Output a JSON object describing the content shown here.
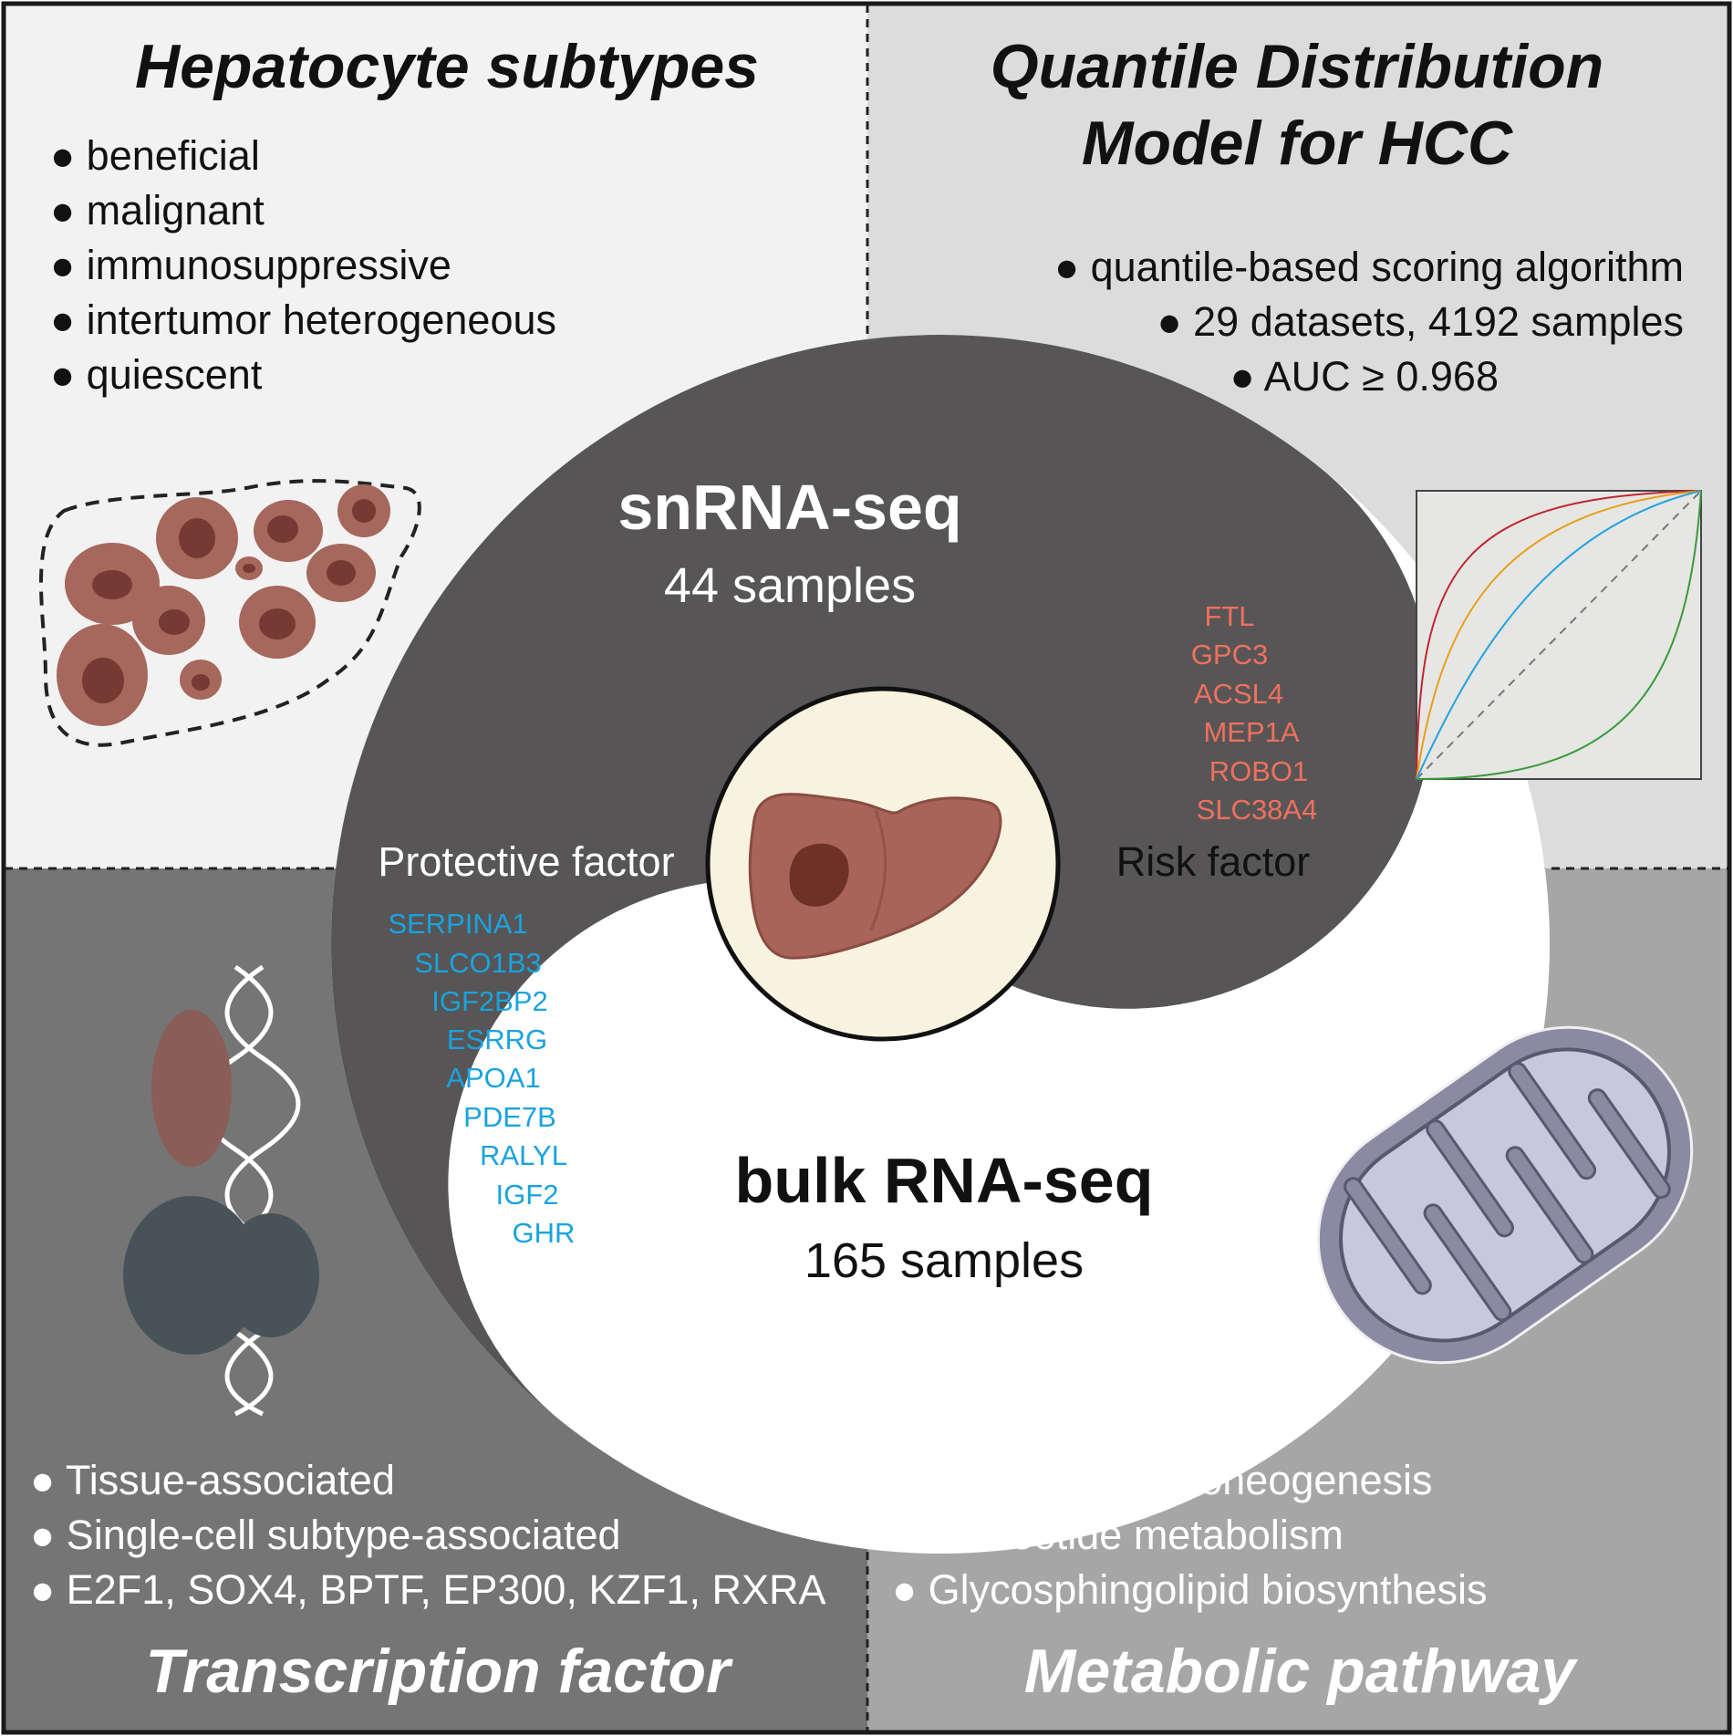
{
  "quadrants": {
    "top_left": {
      "title": "Hepatocyte subtypes",
      "bullets": [
        "● beneficial",
        "● malignant",
        "● immunosuppressive",
        "● intertumor heterogeneous",
        "● quiescent"
      ],
      "bg": "#f2f2f2"
    },
    "top_right": {
      "title_line1": "Quantile Distribution",
      "title_line2": "Model for HCC",
      "bullets": [
        "● quantile-based scoring algorithm",
        "● 29 datasets, 4192 samples",
        "● AUC ≥ 0.968"
      ],
      "bg": "#dcdcdc"
    },
    "bottom_left": {
      "title": "Transcription factor",
      "bullets": [
        "● Tissue-associated",
        "● Single-cell subtype-associated",
        "● E2F1, SOX4, BPTF, EP300, KZF1, RXRA"
      ],
      "bg": "#757575"
    },
    "bottom_right": {
      "title": "Metabolic pathway",
      "bullets": [
        "● Glycolysis/gluconeogenesis",
        "● Nucleotide metabolism",
        "● Glycosphingolipid biosynthesis"
      ],
      "bg": "#a6a6a6"
    }
  },
  "center": {
    "snrna": {
      "title": "snRNA-seq",
      "samples": "44 samples"
    },
    "bulk": {
      "title": "bulk RNA-seq",
      "samples": "165 samples"
    },
    "protective_label": "Protective factor",
    "risk_label": "Risk factor",
    "protective_genes": [
      "SERPINA1",
      "SLCO1B3",
      "IGF2BP2",
      "ESRRG",
      "APOA1",
      "PDE7B",
      "RALYL",
      "IGF2",
      "GHR"
    ],
    "risk_genes": [
      "FTL",
      "GPC3",
      "ACSL4",
      "MEP1A",
      "ROBO1",
      "SLC38A4"
    ],
    "dark_color": "#575556",
    "protective_color": "#1aa3dd",
    "risk_color": "#f0705e"
  },
  "icons": {
    "cells": "hepatocyte-cluster-icon",
    "liver": "liver-tumor-icon",
    "roc": "roc-curve-icon",
    "dna": "dna-transcription-factor-icon",
    "mito": "mitochondrion-icon"
  }
}
